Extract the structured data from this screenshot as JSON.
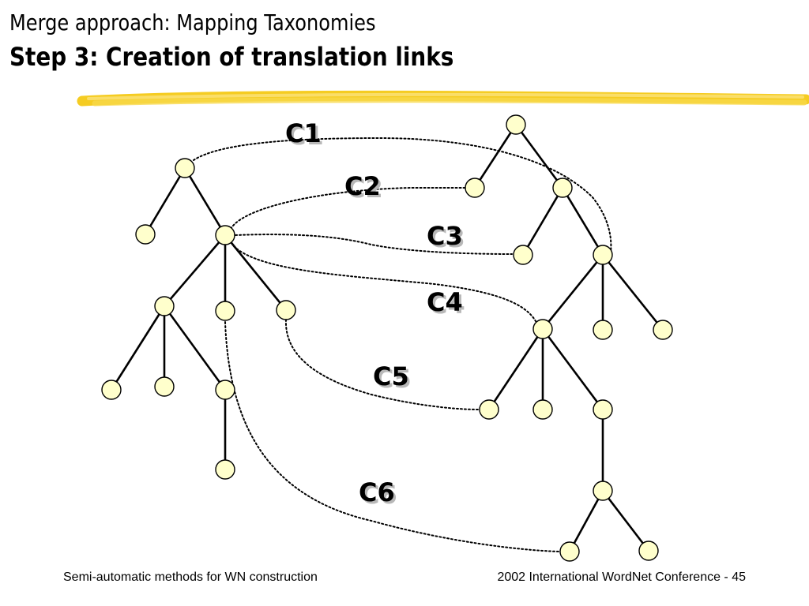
{
  "slide": {
    "title_line1": "Merge approach: Mapping Taxonomies",
    "title_line2": "Step 3: Creation of translation links"
  },
  "diagram": {
    "link_labels": [
      "C1",
      "C2",
      "C3",
      "C4",
      "C5",
      "C6"
    ]
  },
  "footer": {
    "left": "Semi-automatic methods for WN construction",
    "right": "2002 International WordNet Conference - 45"
  },
  "colors": {
    "node_fill": "#ffffcc",
    "highlighter_stroke": "#f2c200"
  }
}
